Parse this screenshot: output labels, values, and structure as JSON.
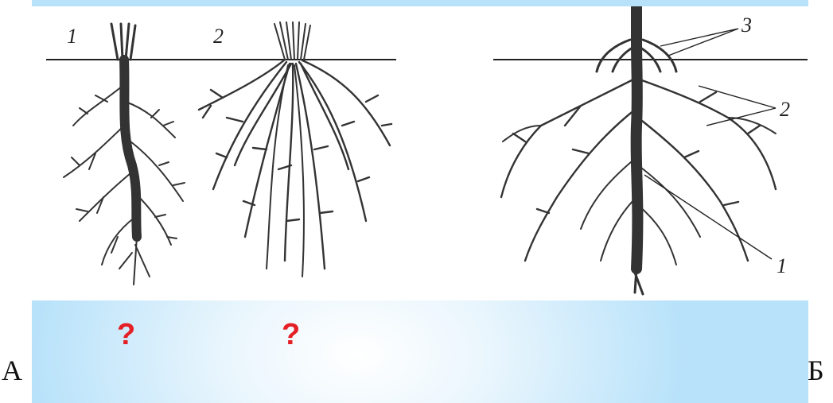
{
  "labels": {
    "fig_a_1": "1",
    "fig_a_2": "2",
    "fig_b_3": "3",
    "fig_b_2": "2",
    "fig_b_1": "1"
  },
  "question_marks": [
    "?",
    "?"
  ],
  "corner_letters": {
    "left": "А",
    "right": "Б"
  },
  "colors": {
    "question_mark": "#e41f26",
    "band_light": "#eaf6fd",
    "band_blue": "#b8e2fa"
  }
}
